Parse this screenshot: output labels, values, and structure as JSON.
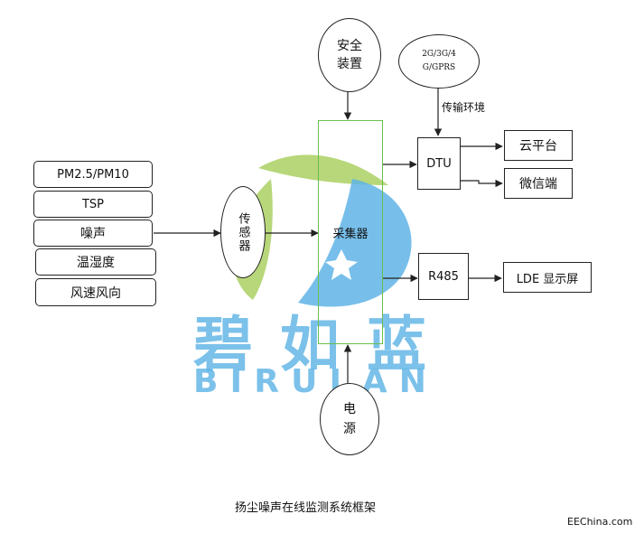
{
  "watermark": {
    "chars": [
      "碧",
      "如",
      "蓝"
    ],
    "letters": [
      "B",
      "I",
      "R",
      "U",
      "L",
      "A",
      "N"
    ],
    "leaf_color": "#b7d77a",
    "blue_color": "#5fb4e6"
  },
  "diagram": {
    "safety_device": "安全\n装置",
    "network": "2G/3G/4\nG/GPRS",
    "transmission_label": "传输环境",
    "collector": "采集器",
    "dtu": "DTU",
    "cloud": "云平台",
    "wechat": "微信端",
    "r485": "R485",
    "lde_display": "LDE 显示屏",
    "sensor": "传感器",
    "power": "电\n源",
    "inputs": [
      "PM2.5/PM10",
      "TSP",
      "噪声",
      "温湿度",
      "风速风向"
    ],
    "caption": "扬尘噪声在线监测系统框架"
  },
  "site_credit": "EEChina.com",
  "colors": {
    "collector_border": "#6abf4b",
    "line": "#222222"
  }
}
